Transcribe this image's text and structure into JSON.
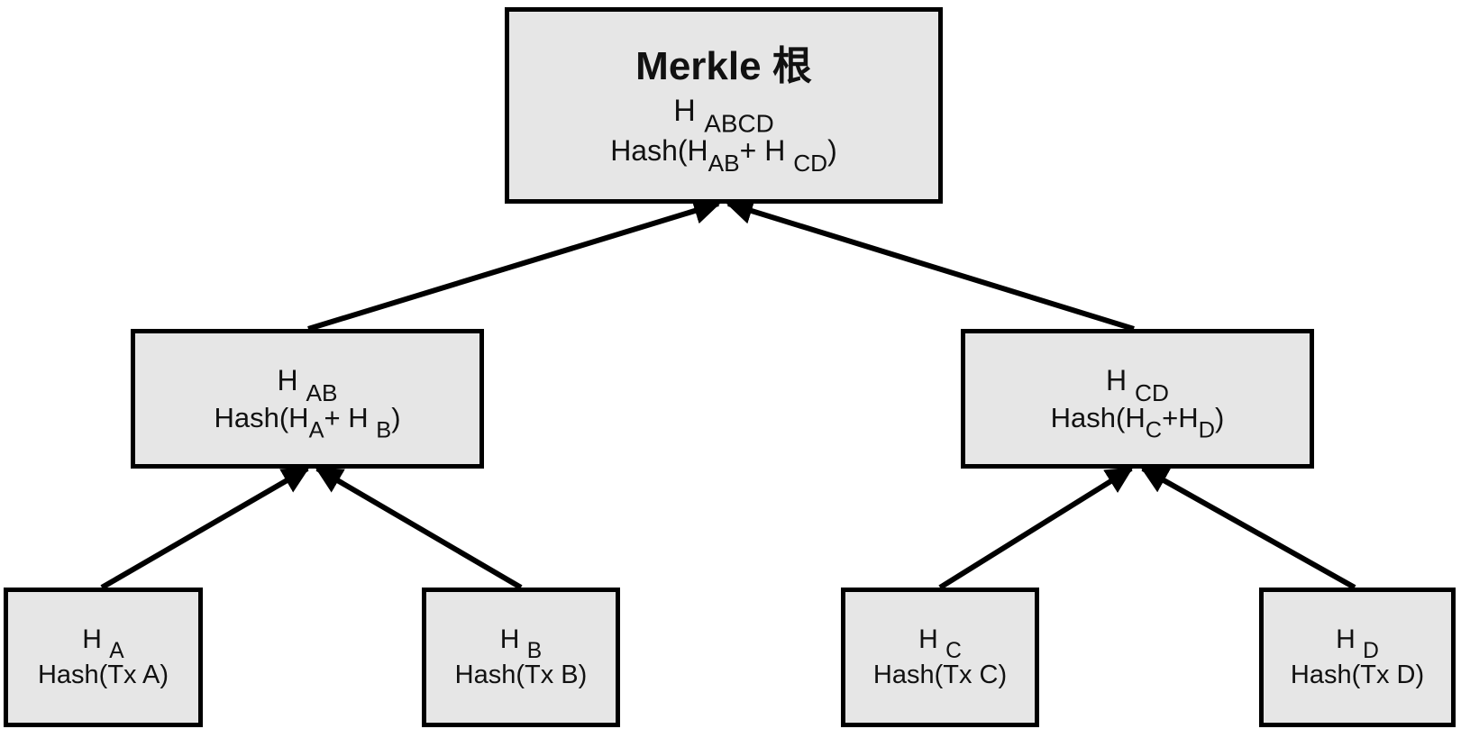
{
  "colors": {
    "node_fill": "#e6e6e6",
    "border": "#000000",
    "text": "#111111",
    "edge": "#000000"
  },
  "root": {
    "title_latin": "Merkle",
    "title_cjk": "根",
    "name_base": "H",
    "name_sub": "ABCD",
    "formula": {
      "prefix": "Hash(H",
      "sub1": "AB",
      "mid": "+ H",
      "sub2": "CD",
      "suffix": ")"
    }
  },
  "mid": {
    "ab": {
      "name_base": "H",
      "name_sub": "AB",
      "formula": {
        "prefix": "Hash(H",
        "sub1": "A",
        "mid": "+ H",
        "sub2": "B",
        "suffix": ")"
      }
    },
    "cd": {
      "name_base": "H",
      "name_sub": "CD",
      "formula": {
        "prefix": "Hash(H",
        "sub1": "C",
        "mid": "+H",
        "sub2": "D",
        "suffix": ")"
      }
    }
  },
  "leaves": [
    {
      "name_base": "H",
      "name_sub": "A",
      "formula": "Hash(Tx A)"
    },
    {
      "name_base": "H",
      "name_sub": "B",
      "formula": "Hash(Tx B)"
    },
    {
      "name_base": "H",
      "name_sub": "C",
      "formula": "Hash(Tx C)"
    },
    {
      "name_base": "H",
      "name_sub": "D",
      "formula": "Hash(Tx D)"
    }
  ]
}
